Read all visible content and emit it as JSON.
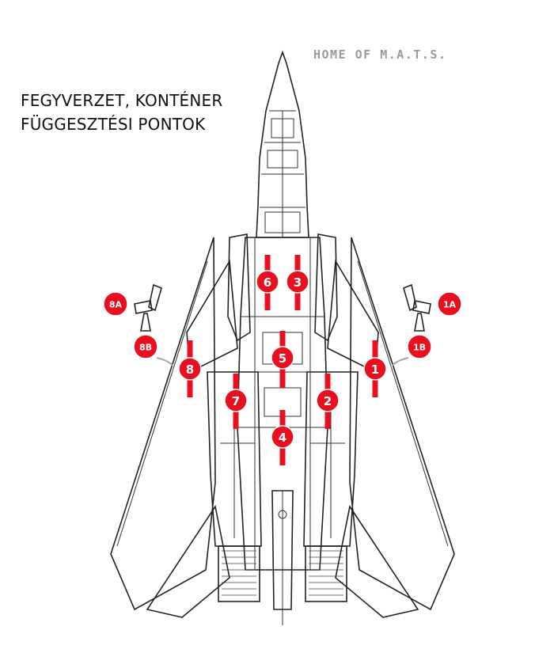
{
  "title": {
    "line1": "FEGYVERZET, KONTÉNER",
    "line2": "FÜGGESZTÉSI PONTOK"
  },
  "watermark": "HOME OF M.A.T.S.",
  "colors": {
    "accent": "#e8101e",
    "outline": "#222222",
    "watermark": "#9a9a9a"
  },
  "stations": [
    {
      "id": "1",
      "label": "1"
    },
    {
      "id": "2",
      "label": "2"
    },
    {
      "id": "3",
      "label": "3"
    },
    {
      "id": "4",
      "label": "4"
    },
    {
      "id": "5",
      "label": "5"
    },
    {
      "id": "6",
      "label": "6"
    },
    {
      "id": "7",
      "label": "7"
    },
    {
      "id": "8",
      "label": "8"
    },
    {
      "id": "1A",
      "label": "1A"
    },
    {
      "id": "1B",
      "label": "1B"
    },
    {
      "id": "8A",
      "label": "8A"
    },
    {
      "id": "8B",
      "label": "8B"
    }
  ]
}
